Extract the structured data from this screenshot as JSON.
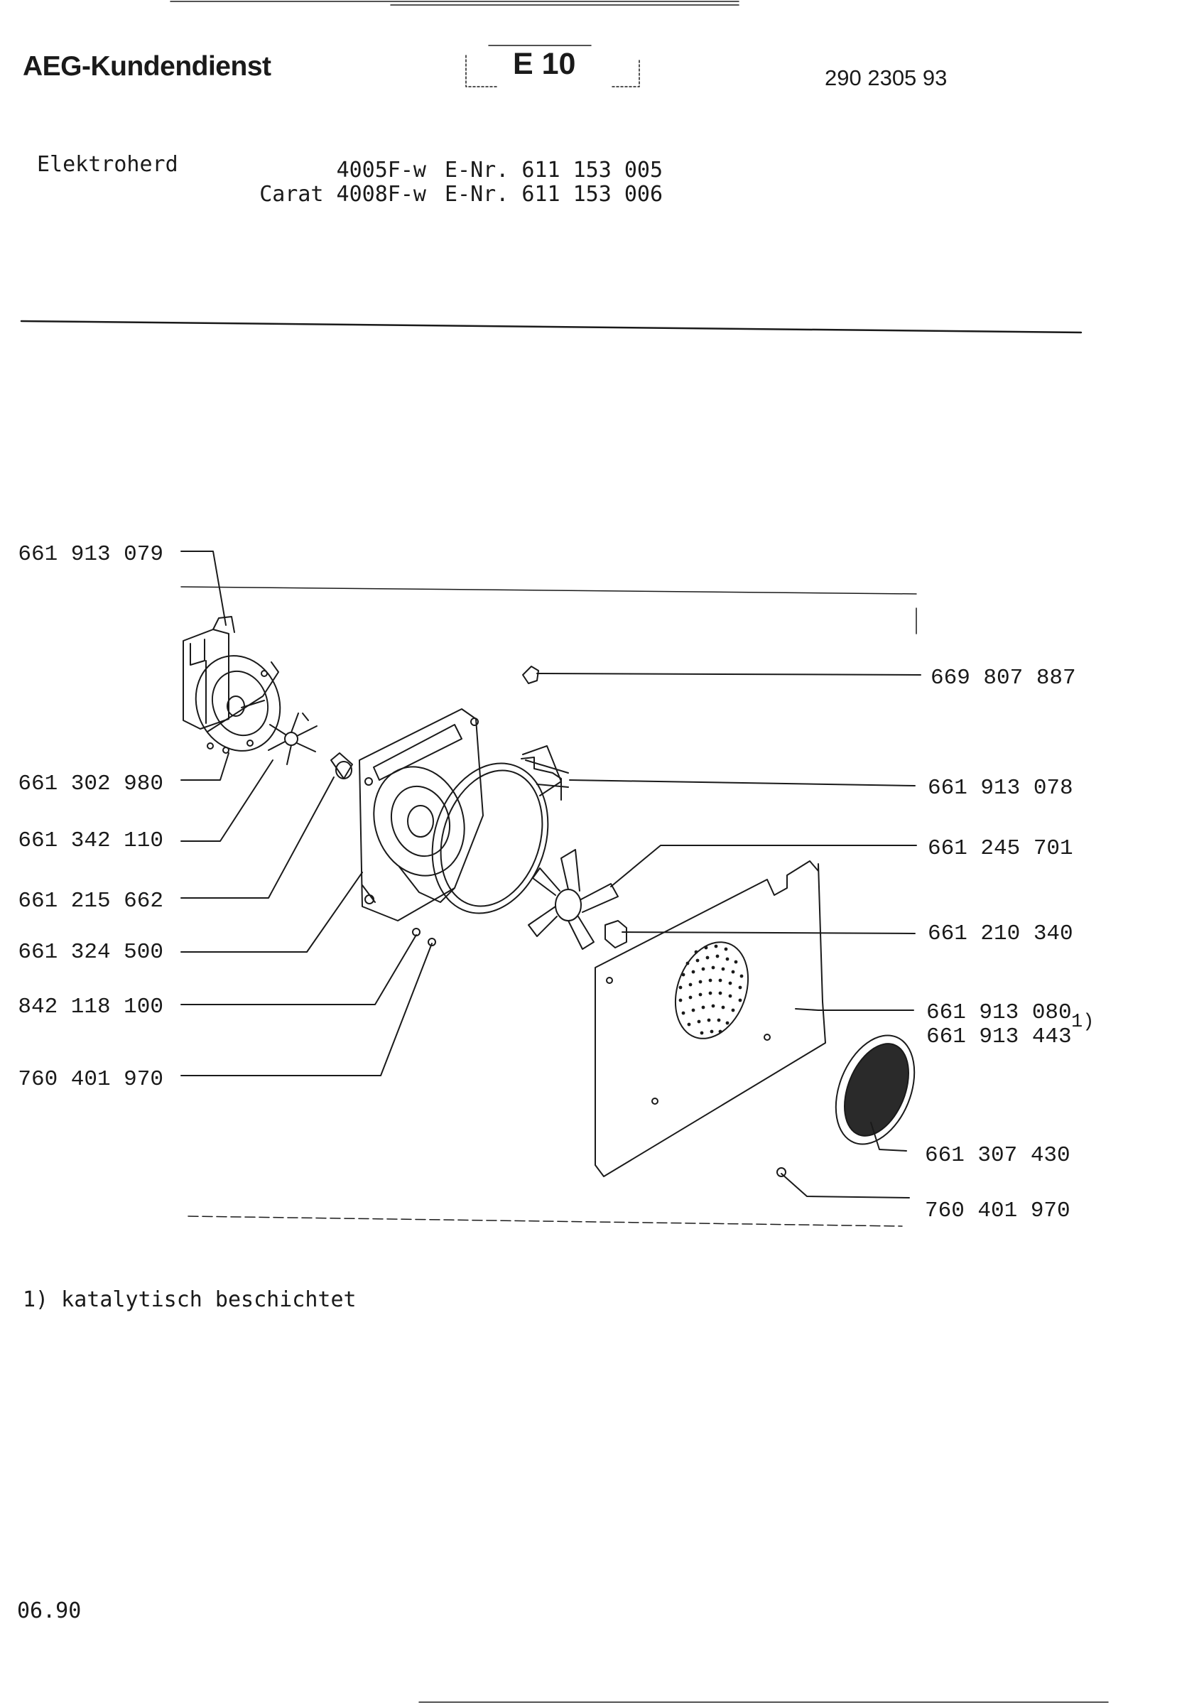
{
  "header": {
    "brand": "AEG-Kundendienst",
    "sheet": "E 10",
    "doc_number": "290 2305 93"
  },
  "product": {
    "type": "Elektroherd",
    "models": [
      {
        "model": "4005F-w",
        "enr": "E-Nr. 611 153 005"
      },
      {
        "model": "Carat 4008F-w",
        "enr": "E-Nr. 611 153 006"
      }
    ]
  },
  "parts_left": [
    "661 913 079",
    "661 302 980",
    "661 342 110",
    "661 215 662",
    "661 324 500",
    "842 118 100",
    "760 401 970"
  ],
  "parts_right": [
    "669 807 887",
    "661 913 078",
    "661 245 701",
    "661 210 340",
    "661 913 080",
    "661 913 443",
    "661 307 430",
    "760 401 970"
  ],
  "footnote_marker": "1)",
  "footnote": "1) katalytisch beschichtet",
  "date": "06.90"
}
